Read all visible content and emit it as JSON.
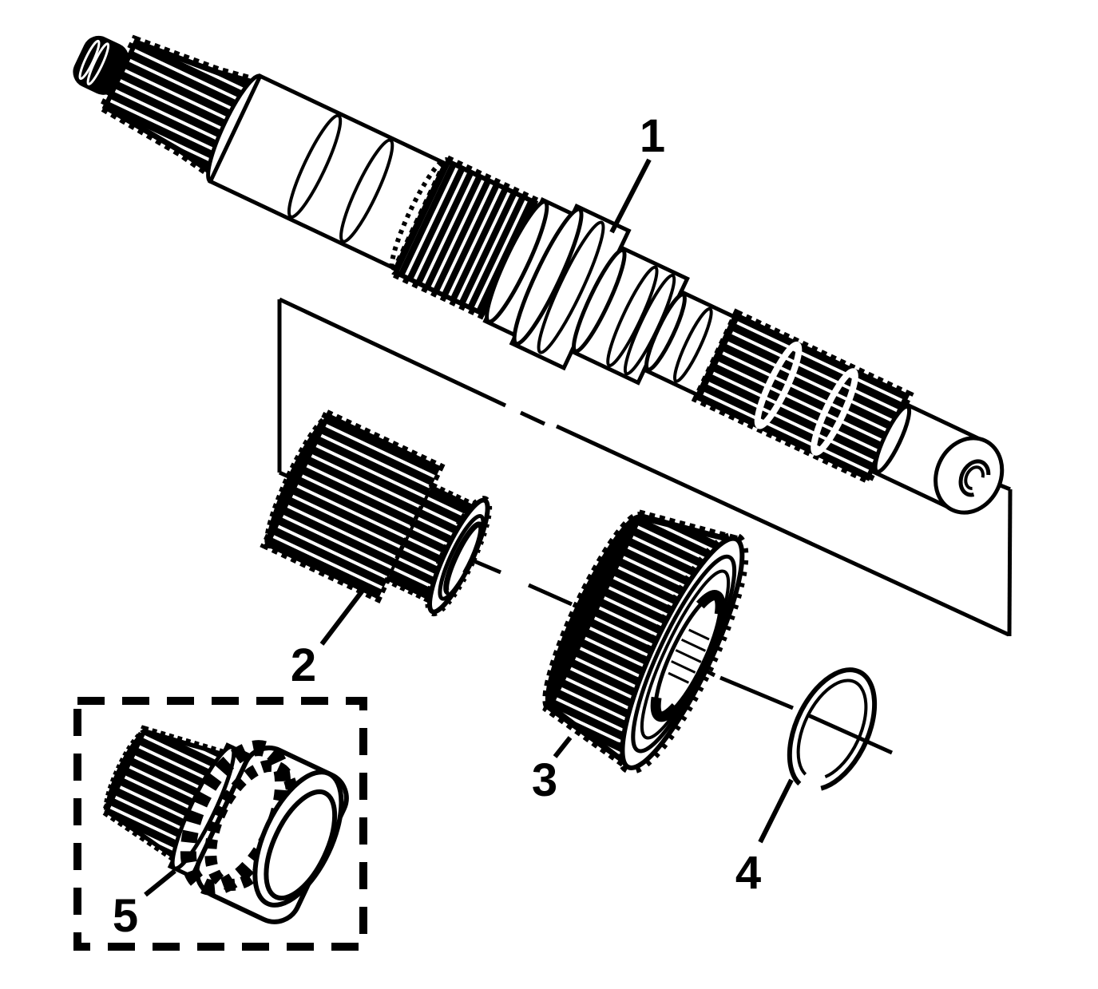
{
  "figure": {
    "type": "exploded-parts-diagram",
    "colors": {
      "ink": "#000000",
      "paper": "#ffffff"
    }
  },
  "callouts": [
    {
      "label": "1"
    },
    {
      "label": "2"
    },
    {
      "label": "3"
    },
    {
      "label": "4"
    },
    {
      "label": "5"
    }
  ]
}
